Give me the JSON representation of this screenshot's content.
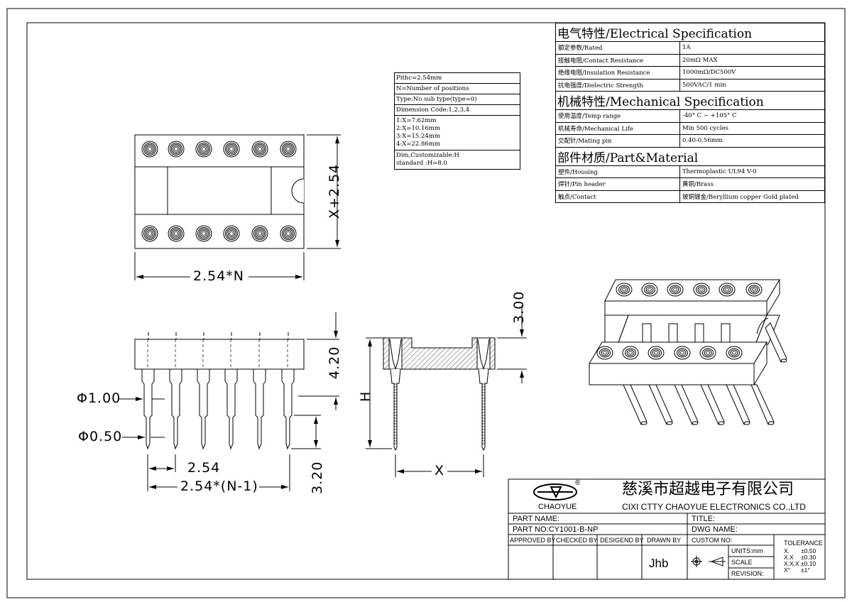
{
  "notes": {
    "pitch": "Pithc=2.54mm",
    "n": "N=Number of positions",
    "type": "Type:No sub type(type=0)",
    "dimension_code": "Dimension Code:1,2,3,4",
    "codes": [
      "1:X=7.62mm",
      "2:X=10.16mm",
      "3:X=15.24mm",
      "4:X=22.86mm"
    ],
    "custom": [
      "Dim,Customizable:H",
      "standard :H=8.0"
    ]
  },
  "spec": {
    "electrical_title": "电气特性/Electrical Specification",
    "electrical": [
      {
        "label": "额定参数/Rated",
        "value": "1A"
      },
      {
        "label": "接触电阻/Contact Resistance",
        "value": "20mΩ MAX"
      },
      {
        "label": "绝缘电阻/Insulation Resistance",
        "value": "1000mΩ/DC500V"
      },
      {
        "label": "抗电强度/Dielectric Strength",
        "value": "500VAC/1 min"
      }
    ],
    "mechanical_title": "机械特性/Mechanical Specification",
    "mechanical": [
      {
        "label": "使用温度/Temp range",
        "value": "-40° C ~ +105° C"
      },
      {
        "label": "机械寿命/Mechanical Life",
        "value": "Min 500 cycles"
      },
      {
        "label": "交配针/Mating pin",
        "value": "0.40-0.56mm"
      }
    ],
    "material_title": "部件材质/Part&Material",
    "material": [
      {
        "label": "塑件/Housing",
        "value": "Thermoplastic UL94  V-0"
      },
      {
        "label": "焊针/Pin header",
        "value": "黄铜/Brass"
      },
      {
        "label": "触点/Contact",
        "value": "铍铜镀金/Beryllium copper Gold plated"
      }
    ]
  },
  "dims": {
    "height_right": "X+2.54",
    "width_bottom": "2.54*N",
    "top_offset": "3.00",
    "body_height": "4.20",
    "pin_dia_large": "Φ1.00",
    "pin_dia_small": "Φ0.50",
    "pitch": "2.54",
    "span": "2.54*(N-1)",
    "tail": "3.20",
    "h_label": "H",
    "x_label": "X"
  },
  "titleblock": {
    "logo_label": "CHAOYUE",
    "registered": "®",
    "company_cn": "慈溪市超越电子有限公司",
    "company_en": "CIXI CTTY CHAOYUE ELECTRONICS CO.,LTD",
    "part_name_label": "PART NAME:",
    "title_label": "TITLE:",
    "part_no": "PART NO:CY1001-B-NP",
    "dwg_name_label": "DWG NAME:",
    "approved_by": "APPROVED BY",
    "checked_by": "CHECKED BY",
    "designed_by": "DESIGEND BY",
    "drawn_by": "DRAWN BY",
    "custom_no": "CUSTOM NO:",
    "drawn_by_value": "Jhb",
    "units": "UNITS:mm",
    "scale": "SCALE",
    "revision": "REVISION:",
    "tolerance_title": "TOLERANCE",
    "tolerances": [
      {
        "k": "X.",
        "v": "±0.50"
      },
      {
        "k": "X.X",
        "v": "±0.30"
      },
      {
        "k": "X.X.X",
        "v": "±0.10"
      },
      {
        "k": "X°",
        "v": "±1°"
      }
    ]
  }
}
